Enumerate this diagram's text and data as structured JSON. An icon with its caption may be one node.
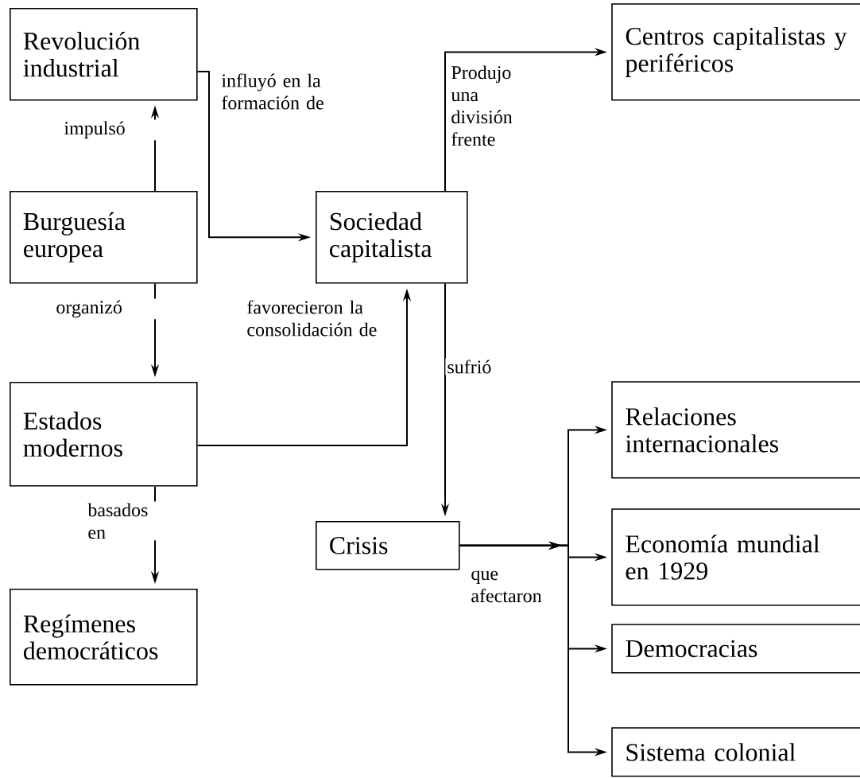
{
  "diagram": {
    "nodes": [
      {
        "text": [
          "Revolución industrial"
        ]
      },
      {
        "text": [
          "Burguesía europea"
        ]
      },
      {
        "text": [
          "Sociedad capitalista"
        ]
      },
      {
        "text": [
          "Centros capitalistas y periféricos"
        ]
      },
      {
        "text": [
          "Estados modernos"
        ]
      },
      {
        "text": [
          "Crisis"
        ]
      },
      {
        "text": [
          "Regímenes democráticos"
        ]
      },
      {
        "text": [
          "Relaciones internacionales"
        ]
      },
      {
        "text": [
          "Economía mundial en 1929"
        ]
      },
      {
        "text": [
          "Democracias"
        ]
      },
      {
        "text": [
          "Sistema colonial"
        ]
      }
    ],
    "edges": [
      {
        "from": 1,
        "to": 0,
        "arrow": "to",
        "label": "impulsó"
      },
      {
        "from": 0,
        "to": 2,
        "arrow": "to",
        "label": "influyó en la formación de"
      },
      {
        "from": 1,
        "to": 4,
        "arrow": "to",
        "label": "organizó"
      },
      {
        "from": 4,
        "to": 2,
        "arrow": "to",
        "label": "favorecieron la consolidación de"
      },
      {
        "from": 4,
        "to": 6,
        "arrow": "to",
        "label": "basados en"
      },
      {
        "from": 2,
        "to": 3,
        "arrow": "to",
        "label": "Produjo una división frente"
      },
      {
        "from": 2,
        "to": 5,
        "arrow": "to",
        "label": "sufrió"
      },
      {
        "from": 5,
        "to": 7,
        "arrow": "to",
        "label": "que afectaron"
      },
      {
        "from": 5,
        "to": 8,
        "arrow": "to"
      },
      {
        "from": 5,
        "to": 9,
        "arrow": "to"
      },
      {
        "from": 5,
        "to": 10,
        "arrow": "to"
      }
    ]
  }
}
